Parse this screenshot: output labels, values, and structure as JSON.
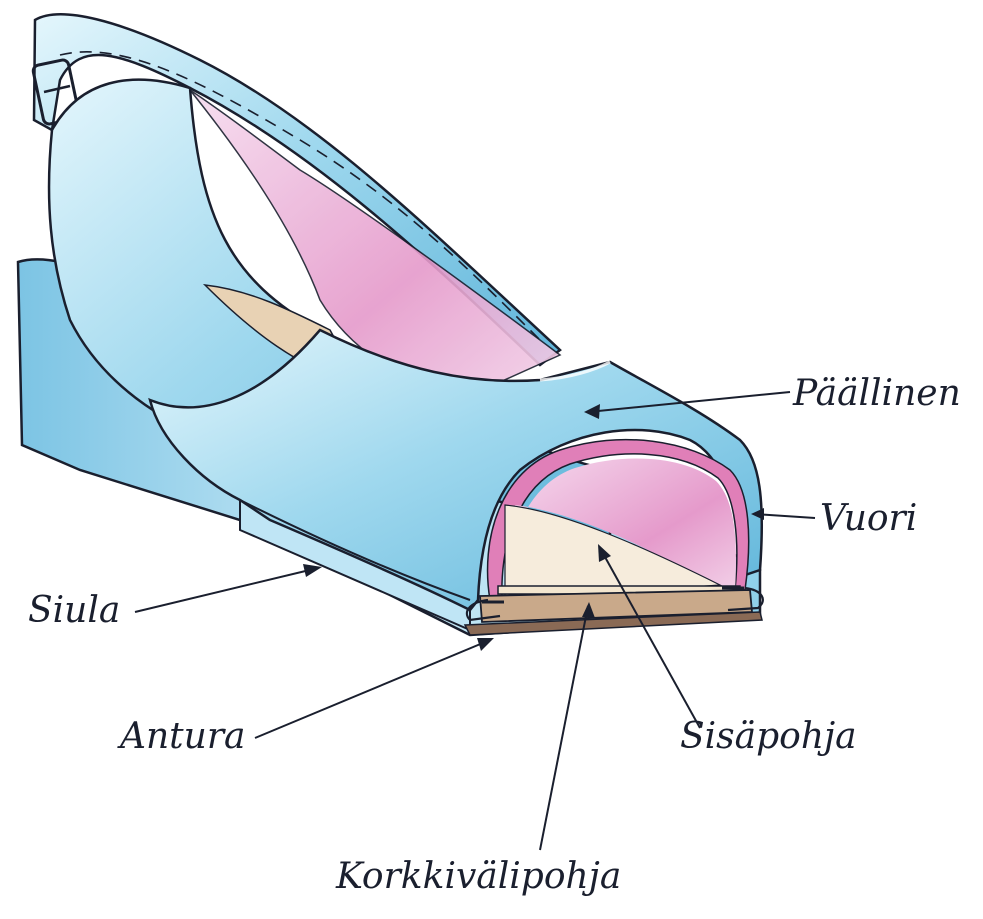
{
  "labels": {
    "upper": "Päällinen",
    "lining": "Vuori",
    "welt": "Siula",
    "outsole": "Antura",
    "insole": "Sisäpohja",
    "cork_midsole": "Korkkivälipohja"
  },
  "colors": {
    "leather": "#8ecfe8",
    "leather_light": "#d6f0fa",
    "lining": "#e9a8d4",
    "insole": "#f3e6cf",
    "cork": "#c9a98a",
    "ink": "#1a1f2e"
  }
}
